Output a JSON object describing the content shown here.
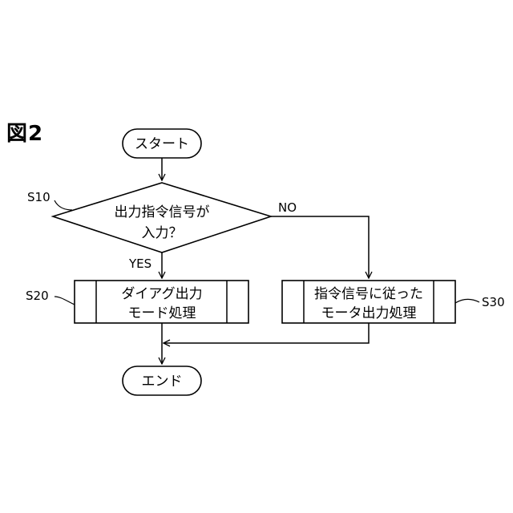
{
  "figure": {
    "title": "図2"
  },
  "nodes": {
    "start": {
      "label": "スタート"
    },
    "decision": {
      "line1": "出力指令信号が",
      "line2": "入力？",
      "step": "S10",
      "yes": "YES",
      "no": "NO"
    },
    "diag": {
      "line1": "ダイアグ出力",
      "line2": "モード処理",
      "step": "S20"
    },
    "motor": {
      "line1": "指令信号に従った",
      "line2": "モータ出力処理",
      "step": "S30"
    },
    "end": {
      "label": "エンド"
    }
  }
}
